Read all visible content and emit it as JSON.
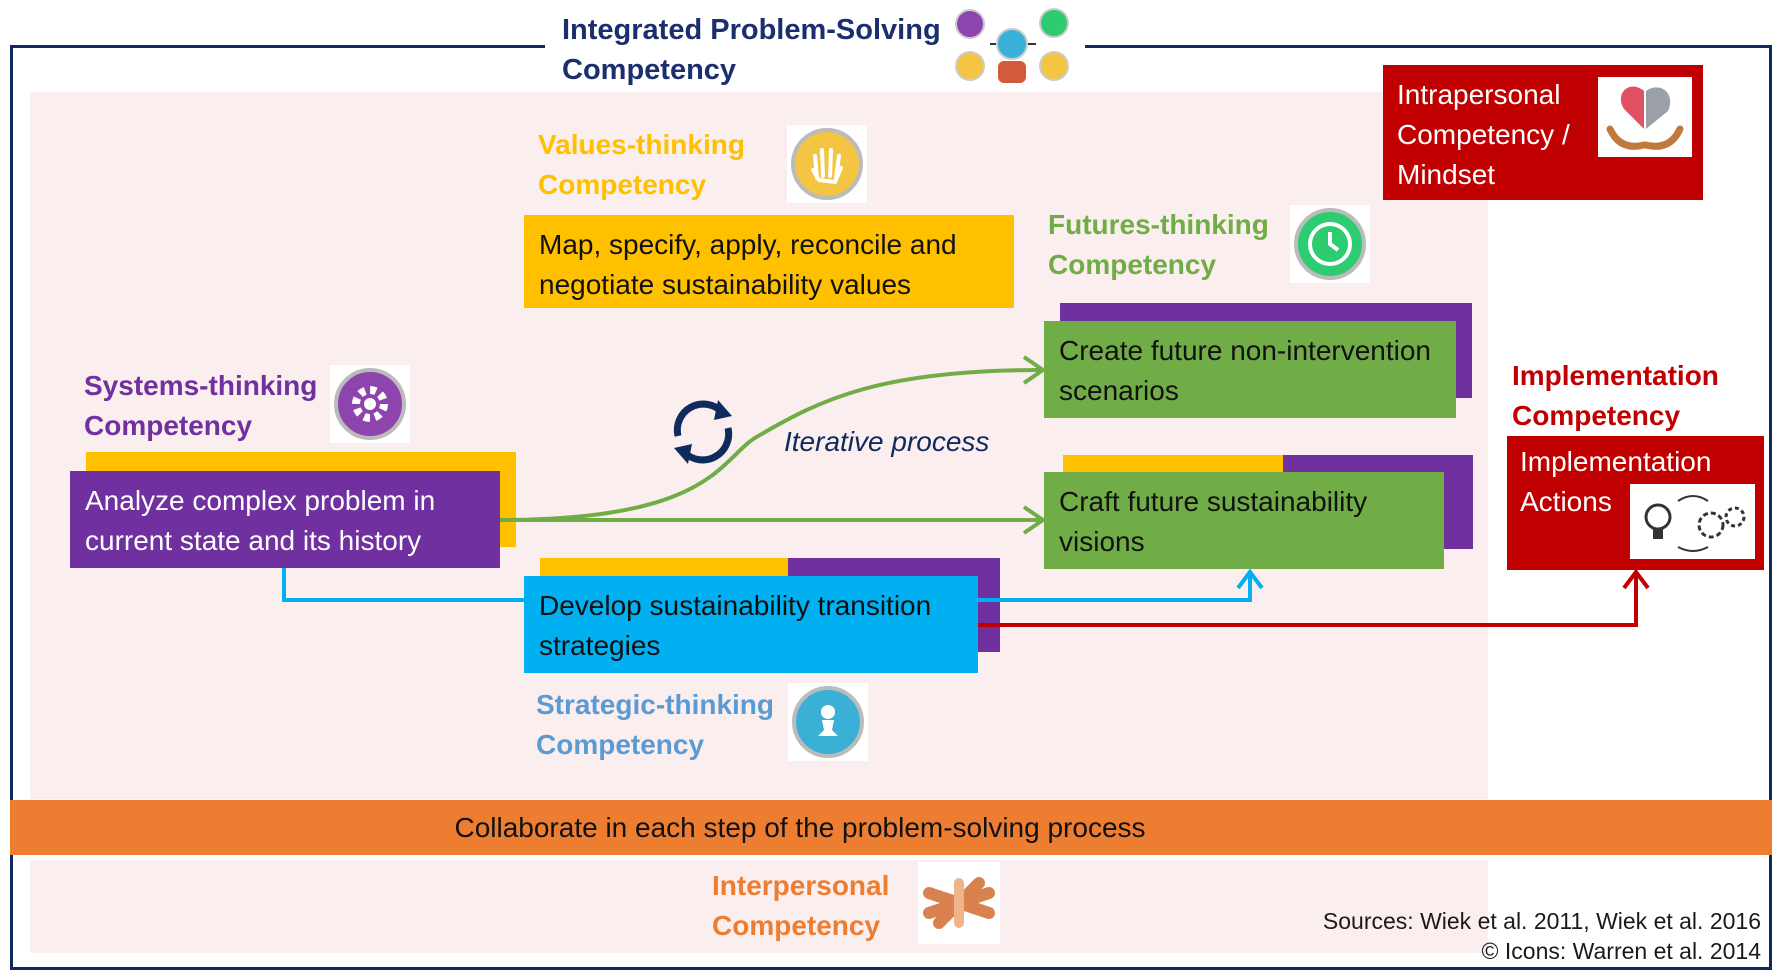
{
  "title": "Integrated Problem-Solving Competency",
  "competencies": {
    "values": {
      "label": "Values-thinking Competency",
      "box": "Map, specify, apply, reconcile and negotiate sustainability values"
    },
    "systems": {
      "label": "Systems-thinking Competency",
      "box": "Analyze complex problem in current state and its history"
    },
    "futures": {
      "label": "Futures-thinking Competency",
      "box1": "Create future non-intervention scenarios",
      "box2": "Craft future sustainability visions"
    },
    "strategic": {
      "label": "Strategic-thinking Competency",
      "box": "Develop sustainability transition strategies"
    },
    "intrapersonal": {
      "label": "Intrapersonal Competency / Mindset"
    },
    "implementation": {
      "label": "Implementation Competency",
      "box": "Implementation Actions"
    },
    "interpersonal": {
      "label": "Interpersonal Competency",
      "bar": "Collaborate in each step of the problem-solving process"
    }
  },
  "iterative_label": "Iterative process",
  "sources": {
    "line1": "Sources: Wiek et al. 2011, Wiek et al. 2016",
    "line2": "© Icons: Warren et al. 2014"
  },
  "colors": {
    "purple": "#7030a0",
    "yellow": "#ffc000",
    "green": "#70ad47",
    "blue": "#00b0f0",
    "red": "#c00000",
    "orange": "#ed7d31",
    "navy": "#0f2a5c"
  },
  "icons": [
    "gear-icon",
    "hand-icon",
    "clock-icon",
    "chess-pawn-icon",
    "brain-heart-icon",
    "lightbulb-gears-icon",
    "hands-together-icon"
  ]
}
